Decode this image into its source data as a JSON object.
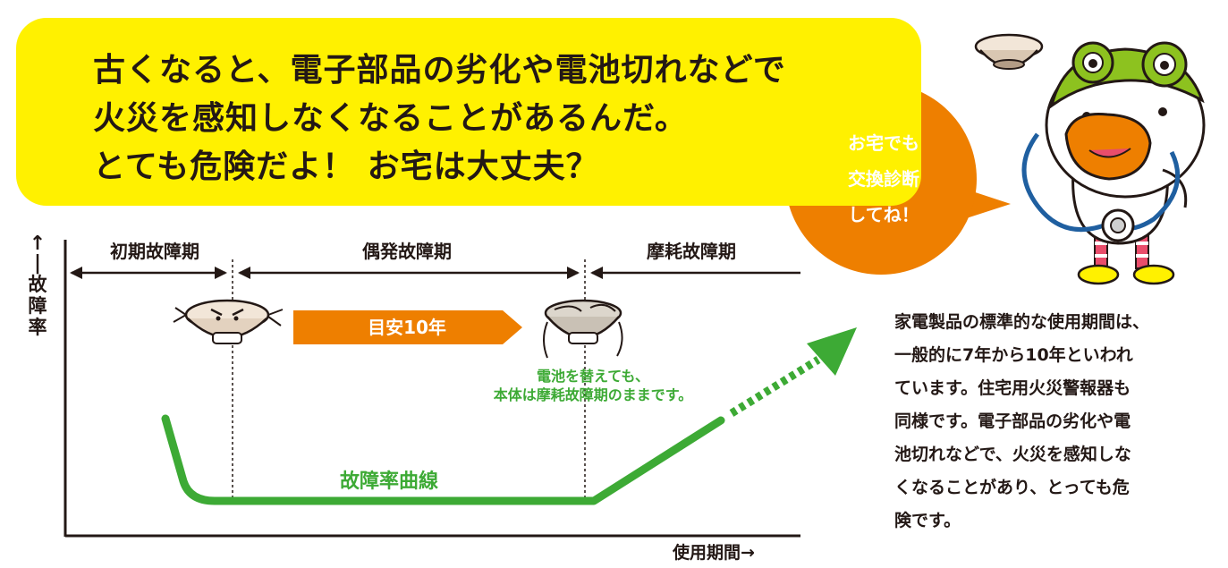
{
  "banner": {
    "lines": [
      "古くなると、電子部品の劣化や電池切れなどで",
      "火災を感知しなくなることがあるんだ。",
      "とても危険だよ！ お宅は大丈夫？"
    ]
  },
  "speech_bubble": {
    "lines": [
      "お宅でも",
      "交換診断",
      "してね！"
    ]
  },
  "chart": {
    "y_axis_label": "故障率",
    "x_axis_label": "使用期間→",
    "periods": [
      "初期故障期",
      "偶発故障期",
      "摩耗故障期"
    ],
    "guide_arrow_label": "目安10年",
    "note_lines": [
      "電池を替えても、",
      "本体は摩耗故障期のままです。"
    ],
    "curve_label": "故障率曲線"
  },
  "description": {
    "lines": [
      "家電製品の標準的な使用期間は、",
      "一般的に7年から10年といわれ",
      "ています。住宅用火災警報器も",
      "同様です。電子部品の劣化や電",
      "池切れなどで、火災を感知しな",
      "くなることがあり、とっても危",
      "険です。"
    ]
  },
  "colors": {
    "banner": "#fff100",
    "bubble": "#ee7f00",
    "curve": "#3daa35",
    "guide_arrow": "#ee7f00",
    "text": "#231815"
  },
  "icons": [
    "smoke-alarm-icon",
    "frog-hat-mascot",
    "stethoscope-icon",
    "angry-new-detector",
    "tired-old-detector"
  ]
}
